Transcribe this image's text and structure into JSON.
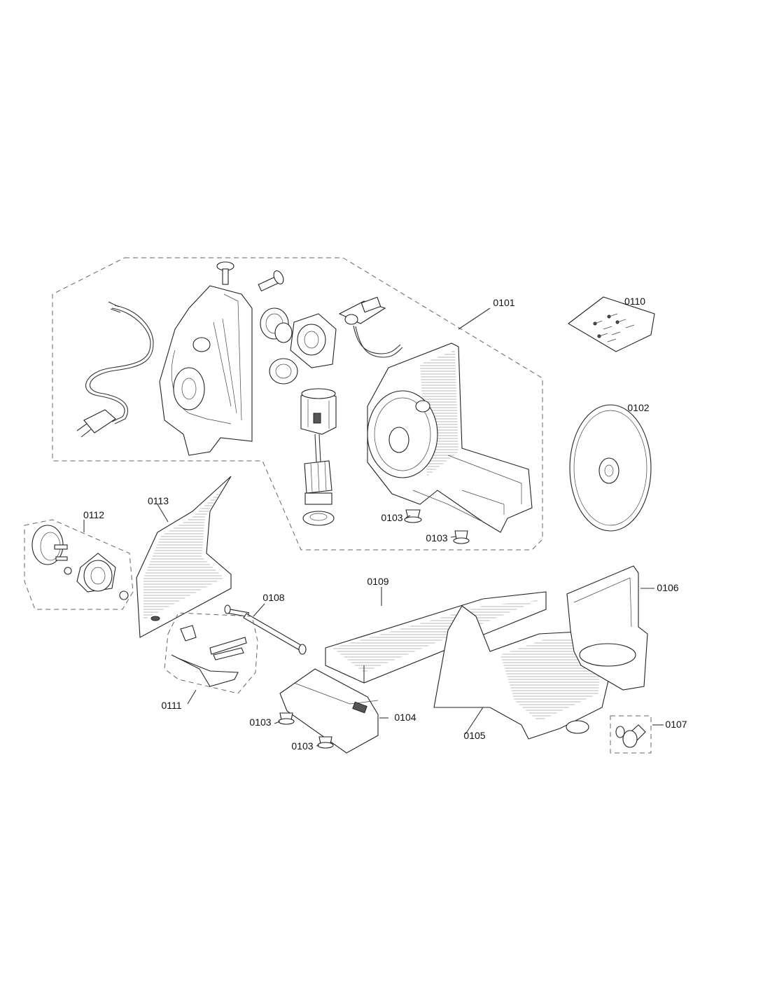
{
  "labels": {
    "p0101": "0101",
    "p0102": "0102",
    "p0103a": "0103",
    "p0103b": "0103",
    "p0103c": "0103",
    "p0103d": "0103",
    "p0104": "0104",
    "p0105": "0105",
    "p0106": "0106",
    "p0107": "0107",
    "p0108": "0108",
    "p0109": "0109",
    "p0110": "0110",
    "p0111": "0111",
    "p0112": "0112",
    "p0113": "0113"
  }
}
